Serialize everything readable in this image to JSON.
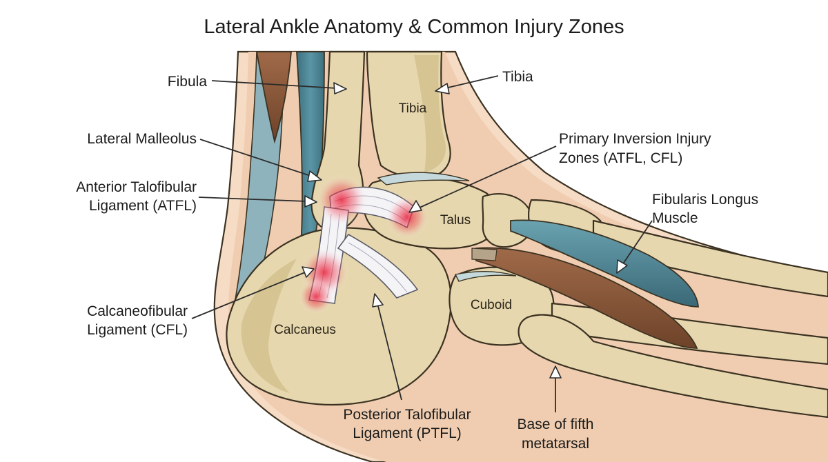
{
  "title": "Lateral Ankle Anatomy & Common Injury Zones",
  "colors": {
    "bone": "#e6d7ae",
    "skin": "#f6dcc5",
    "tendon_blue": "#4f8696",
    "muscle_brown": "#8b5a3c",
    "ligament": "#f4f4f7",
    "injury_red": "#e8203a"
  },
  "callouts": {
    "fibula": "Fibula",
    "tibia": "Tibia",
    "lateral_malleolus": "Lateral Malleolus",
    "atfl_line1": "Anterior Talofibular",
    "atfl_line2": "Ligament (ATFL)",
    "injury_line1": "Primary Inversion Injury",
    "injury_line2": "Zones (ATFL, CFL)",
    "fibularis_line1": "Fibularis Longus",
    "fibularis_line2": "Muscle",
    "cfl_line1": "Calcaneofibular",
    "cfl_line2": "Ligament (CFL)",
    "ptfl_line1": "Posterior Talofibular",
    "ptfl_line2": "Ligament (PTFL)",
    "fifth_line1": "Base of fifth",
    "fifth_line2": "metatarsal"
  },
  "bone_labels": {
    "tibia": "Tibia",
    "talus": "Talus",
    "cuboid": "Cuboid",
    "calcaneus": "Calcaneus"
  }
}
